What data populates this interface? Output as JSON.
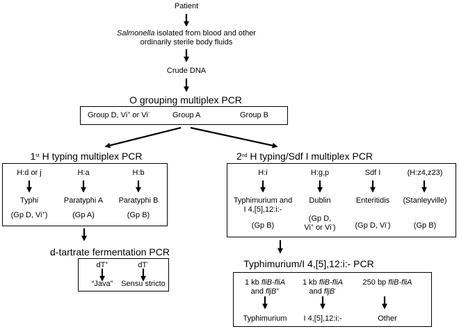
{
  "flow": {
    "patient": "Patient",
    "isolated_em": "Salmonella",
    "isolated_rest": " isolated from blood and other",
    "isolated_line2": "ordinarily sterile body fluids",
    "crude_dna": "Crude DNA"
  },
  "o_group": {
    "title": "O grouping multiplex PCR",
    "group_d": "Group D, Vi",
    "group_d_sup1": "+",
    "group_d_or": " or Vi",
    "group_d_sup2": "-",
    "group_a": "Group A",
    "group_b": "Group B"
  },
  "h1": {
    "title_pre": "1",
    "title_sup": "st",
    "title_post": " H typing multiplex PCR",
    "col1_top": "H:d or j",
    "col1_mid": "Typhi",
    "col1_bot": "(Gp D, Vi",
    "col1_bot_sup": "+",
    "col1_bot_end": ")",
    "col2_top": "H:a",
    "col2_mid": "Paratyphi A",
    "col2_bot": "(Gp A)",
    "col3_top": "H:b",
    "col3_mid": "Paratyphi B",
    "col3_bot": "(Gp B)"
  },
  "dtart": {
    "title": "d-tartrate fermentation PCR",
    "col1_top": "dT",
    "col1_top_sup": "+",
    "col1_bot": "“Java”",
    "col2_top": "dT",
    "col2_top_sup": "-",
    "col2_bot": "Sensu stricto"
  },
  "h2": {
    "title_pre": "2",
    "title_sup": "nd",
    "title_post": " H typing/Sdf I multiplex PCR",
    "col1_top": "H:i",
    "col1_mid1": "Typhimurium and",
    "col1_mid2": "I 4,[5],12:i:-",
    "col1_bot": "(Gp B)",
    "col2_top": "H:g,p",
    "col2_mid": "Dublin",
    "col2_bot1": "(Gp D,",
    "col2_bot2a": "Vi",
    "col2_bot2_sup1": "+",
    "col2_bot2b": " or Vi",
    "col2_bot2_sup2": "-",
    "col2_bot2c": ")",
    "col3_top": "Sdf I",
    "col3_mid": "Enteritidis",
    "col3_bot": "(Gp D, Vi",
    "col3_bot_sup": "-",
    "col3_bot_end": ")",
    "col4_top": "(H:z4,z23)",
    "col4_mid": "(Stanleyville)",
    "col4_bot": "(Gp B)"
  },
  "tm": {
    "title": "Typhimurium/I 4,[5],12:i:- PCR",
    "col1_a": "1 kb ",
    "col1_a_em": "fliB-fliA",
    "col1_b": "and ",
    "col1_b_em": "fljB",
    "col1_b_sup": "+",
    "col1_bot": "Typhimurium",
    "col2_a": "1 kb ",
    "col2_a_em": "fliB-fliA",
    "col2_b": "and ",
    "col2_b_em": "fljB",
    "col2_b_sup": "-",
    "col2_bot": "I 4,[5],12:i:-",
    "col3_a": "250 bp ",
    "col3_a_em": "fliB-fliA",
    "col3_bot": "Other"
  }
}
